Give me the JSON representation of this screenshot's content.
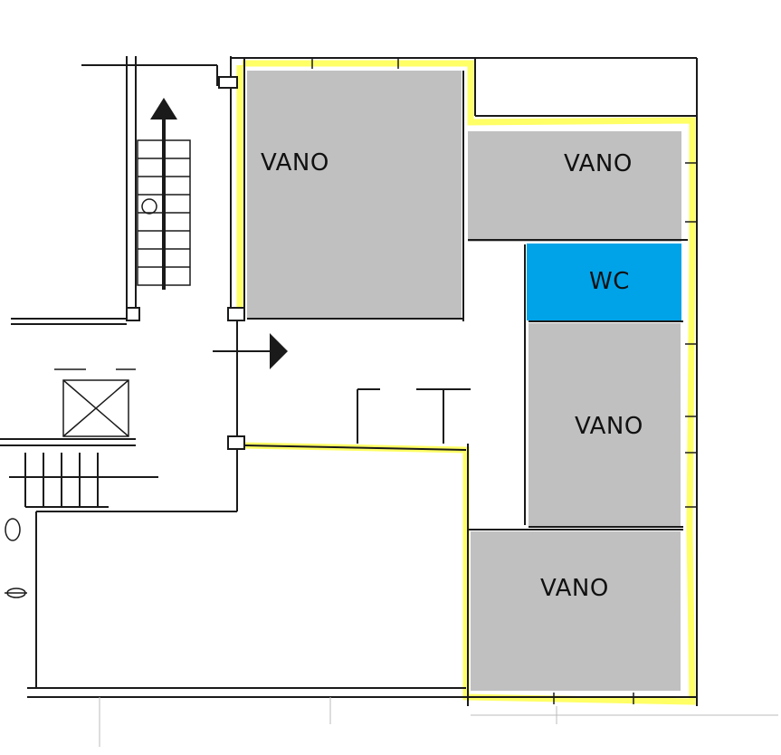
{
  "floorplan": {
    "rooms": [
      {
        "label": "VANO",
        "type": "room",
        "fill": "#c0c0c0"
      },
      {
        "label": "VANO",
        "type": "room",
        "fill": "#c0c0c0"
      },
      {
        "label": "WC",
        "type": "bathroom",
        "fill": "#00a3e8"
      },
      {
        "label": "VANO",
        "type": "room",
        "fill": "#c0c0c0"
      },
      {
        "label": "VANO",
        "type": "room",
        "fill": "#c0c0c0"
      }
    ],
    "colors": {
      "boundary_highlight": "#ffff66",
      "wall_line": "#1a1a1a",
      "room_fill": "#c0c0c0",
      "wc_fill": "#00a3e8"
    },
    "symbols": [
      "stair-up-arrow",
      "entry-arrow",
      "elevator-cross"
    ]
  }
}
